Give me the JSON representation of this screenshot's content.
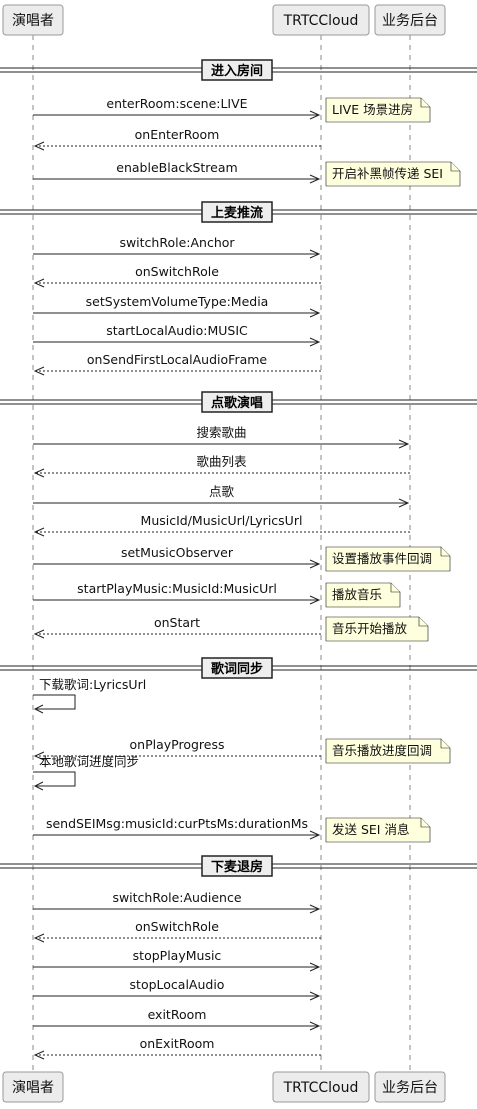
{
  "participants": [
    {
      "id": "singer",
      "label": "演唱者"
    },
    {
      "id": "trtc",
      "label": "TRTCCloud"
    },
    {
      "id": "backend",
      "label": "业务后台"
    }
  ],
  "sections": [
    {
      "label": "进入房间"
    },
    {
      "label": "上麦推流"
    },
    {
      "label": "点歌演唱"
    },
    {
      "label": "歌词同步"
    },
    {
      "label": "下麦退房"
    }
  ],
  "messages": [
    {
      "from": "singer",
      "to": "trtc",
      "label": "enterRoom:scene:LIVE",
      "style": "solid"
    },
    {
      "from": "trtc",
      "to": "singer",
      "label": "onEnterRoom",
      "style": "dashed"
    },
    {
      "from": "singer",
      "to": "trtc",
      "label": "enableBlackStream",
      "style": "solid"
    },
    {
      "from": "singer",
      "to": "trtc",
      "label": "switchRole:Anchor",
      "style": "solid"
    },
    {
      "from": "trtc",
      "to": "singer",
      "label": "onSwitchRole",
      "style": "dashed"
    },
    {
      "from": "singer",
      "to": "trtc",
      "label": "setSystemVolumeType:Media",
      "style": "solid"
    },
    {
      "from": "singer",
      "to": "trtc",
      "label": "startLocalAudio:MUSIC",
      "style": "solid"
    },
    {
      "from": "trtc",
      "to": "singer",
      "label": "onSendFirstLocalAudioFrame",
      "style": "dashed"
    },
    {
      "from": "singer",
      "to": "backend",
      "label": "搜索歌曲",
      "style": "solid"
    },
    {
      "from": "backend",
      "to": "singer",
      "label": "歌曲列表",
      "style": "dashed"
    },
    {
      "from": "singer",
      "to": "backend",
      "label": "点歌",
      "style": "solid"
    },
    {
      "from": "backend",
      "to": "singer",
      "label": "MusicId/MusicUrl/LyricsUrl",
      "style": "dashed"
    },
    {
      "from": "singer",
      "to": "trtc",
      "label": "setMusicObserver",
      "style": "solid"
    },
    {
      "from": "singer",
      "to": "trtc",
      "label": "startPlayMusic:MusicId:MusicUrl",
      "style": "solid"
    },
    {
      "from": "trtc",
      "to": "singer",
      "label": "onStart",
      "style": "dashed"
    },
    {
      "from": "singer",
      "to": "singer",
      "label": "下载歌词:LyricsUrl",
      "style": "solid"
    },
    {
      "from": "trtc",
      "to": "singer",
      "label": "onPlayProgress",
      "style": "dashed"
    },
    {
      "from": "singer",
      "to": "singer",
      "label": "本地歌词进度同步",
      "style": "solid"
    },
    {
      "from": "singer",
      "to": "trtc",
      "label": "sendSEIMsg:musicId:curPtsMs:durationMs",
      "style": "solid"
    },
    {
      "from": "singer",
      "to": "trtc",
      "label": "switchRole:Audience",
      "style": "solid"
    },
    {
      "from": "trtc",
      "to": "singer",
      "label": "onSwitchRole",
      "style": "dashed"
    },
    {
      "from": "singer",
      "to": "trtc",
      "label": "stopPlayMusic",
      "style": "solid"
    },
    {
      "from": "singer",
      "to": "trtc",
      "label": "stopLocalAudio",
      "style": "solid"
    },
    {
      "from": "singer",
      "to": "trtc",
      "label": "exitRoom",
      "style": "solid"
    },
    {
      "from": "trtc",
      "to": "singer",
      "label": "onExitRoom",
      "style": "dashed"
    }
  ],
  "notes": [
    {
      "label": "LIVE 场景进房",
      "message": 0
    },
    {
      "label": "开启补黑帧传递 SEI",
      "message": 2
    },
    {
      "label": "设置播放事件回调",
      "message": 12
    },
    {
      "label": "播放音乐",
      "message": 13
    },
    {
      "label": "音乐开始播放",
      "message": 14
    },
    {
      "label": "音乐播放进度回调",
      "message": 16
    },
    {
      "label": "发送 SEI 消息",
      "message": 18
    }
  ]
}
